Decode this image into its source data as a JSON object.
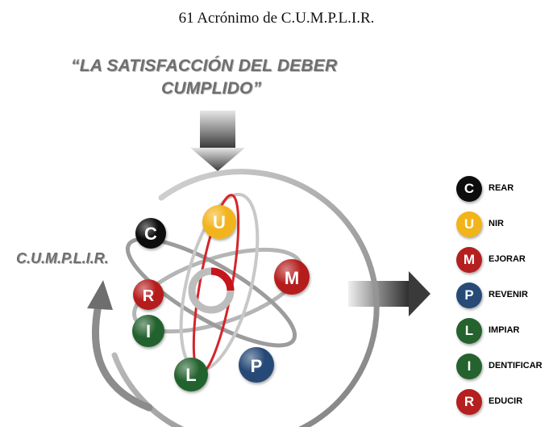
{
  "caption": "61 Acrónimo de C.U.M.P.L.I.R.",
  "quote": {
    "line1": "“LA SATISFACCIÓN DEL DEBER",
    "line2": "CUMPLIDO”"
  },
  "side_label": "C.U.M.P.L.I.R.",
  "colors": {
    "black": "#0d0d0d",
    "yellow": "#f2b41b",
    "red": "#b51f1f",
    "navy": "#274a77",
    "green": "#24622e",
    "gray": "#a0a0a0"
  },
  "orbit_letters": [
    {
      "letter": "C",
      "color": "#0d0d0d"
    },
    {
      "letter": "U",
      "color": "#f2b41b"
    },
    {
      "letter": "M",
      "color": "#b51f1f"
    },
    {
      "letter": "R",
      "color": "#b51f1f"
    },
    {
      "letter": "I",
      "color": "#24622e"
    },
    {
      "letter": "L",
      "color": "#24622e"
    },
    {
      "letter": "P",
      "color": "#274a77"
    }
  ],
  "legend": [
    {
      "letter": "C",
      "text": "REAR",
      "color": "#0d0d0d"
    },
    {
      "letter": "U",
      "text": "NIR",
      "color": "#f2b41b"
    },
    {
      "letter": "M",
      "text": "EJORAR",
      "color": "#b51f1f"
    },
    {
      "letter": "P",
      "text": "REVENIR",
      "color": "#274a77"
    },
    {
      "letter": "L",
      "text": "IMPIAR",
      "color": "#24622e"
    },
    {
      "letter": "I",
      "text": "DENTIFICAR",
      "color": "#24622e"
    },
    {
      "letter": "R",
      "text": "EDUCIR",
      "color": "#b51f1f"
    }
  ]
}
